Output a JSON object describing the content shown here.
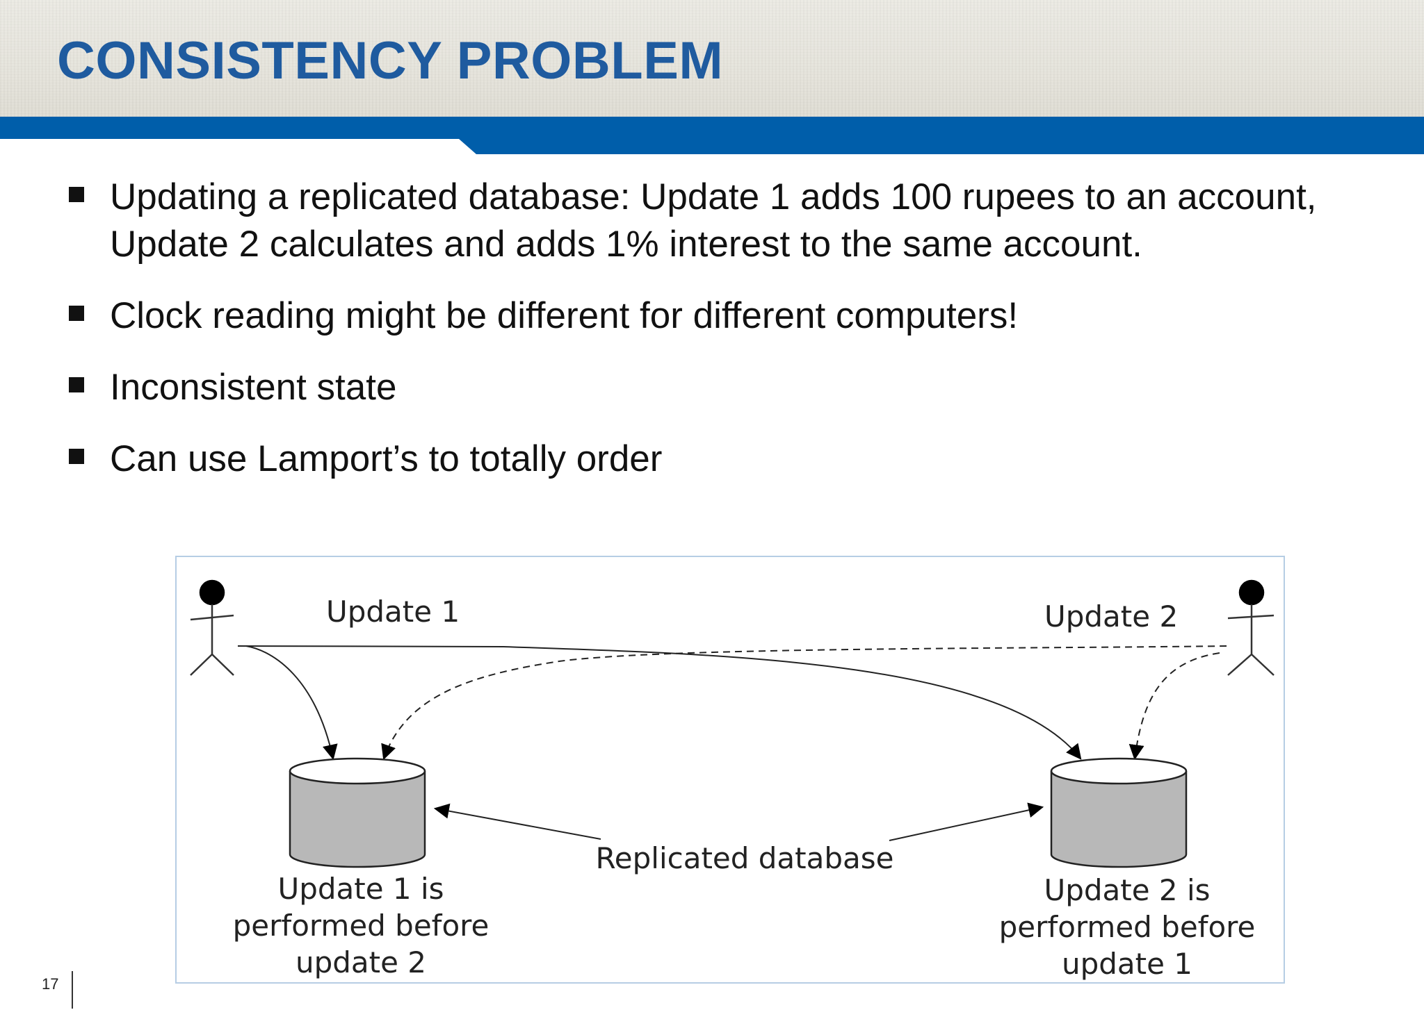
{
  "slide": {
    "title": "CONSISTENCY PROBLEM",
    "page_number": "17",
    "accent_color": "#005eaa",
    "title_color": "#1f5b9f"
  },
  "bullets": [
    "Updating a replicated database: Update 1 adds 100 rupees to an account, Update 2 calculates and adds 1% interest to the same account.",
    "Clock reading might be different for different computers!",
    "Inconsistent state",
    "Can use Lamport’s to totally order"
  ],
  "figure": {
    "update1_label": "Update 1",
    "update2_label": "Update 2",
    "replicated_label": "Replicated database",
    "left_caption": [
      "Update 1 is",
      "performed before",
      "update 2"
    ],
    "right_caption": [
      "Update 2 is",
      "performed before",
      "update 1"
    ]
  }
}
